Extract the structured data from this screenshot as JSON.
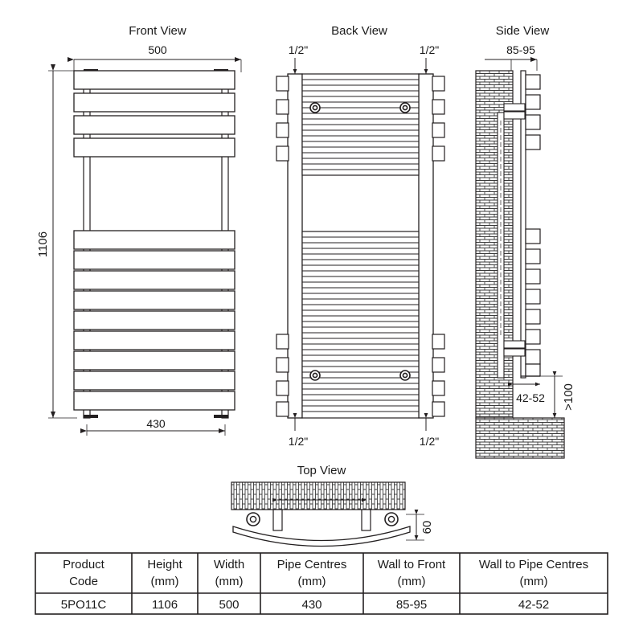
{
  "drawing": {
    "views": {
      "front": {
        "title": "Front View",
        "width_dim": "500",
        "height_dim": "1106",
        "pipe_centres_dim": "430"
      },
      "back": {
        "title": "Back View",
        "top_left_pipe": "1/2\"",
        "top_right_pipe": "1/2\"",
        "bottom_left_pipe": "1/2\"",
        "bottom_right_pipe": "1/2\""
      },
      "side": {
        "title": "Side View",
        "wall_to_front_dim": "85-95",
        "wall_to_pipe_dim": "42-52",
        "floor_clearance_dim": ">100"
      },
      "top": {
        "title": "Top View",
        "depth_dim": "60"
      }
    }
  },
  "table": {
    "headers": [
      {
        "line1": "Product",
        "line2": "Code"
      },
      {
        "line1": "Height",
        "line2": "(mm)"
      },
      {
        "line1": "Width",
        "line2": "(mm)"
      },
      {
        "line1": "Pipe Centres",
        "line2": "(mm)"
      },
      {
        "line1": "Wall to Front",
        "line2": "(mm)"
      },
      {
        "line1": "Wall to Pipe Centres",
        "line2": "(mm)"
      }
    ],
    "rows": [
      {
        "product_code": "5PO11C",
        "height": "1106",
        "width": "500",
        "pipe_centres": "430",
        "wall_to_front": "85-95",
        "wall_to_pipe_centres": "42-52"
      }
    ]
  },
  "colors": {
    "line": "#231f20",
    "fill": "#ffffff",
    "hatch": "#3a3a3a"
  }
}
